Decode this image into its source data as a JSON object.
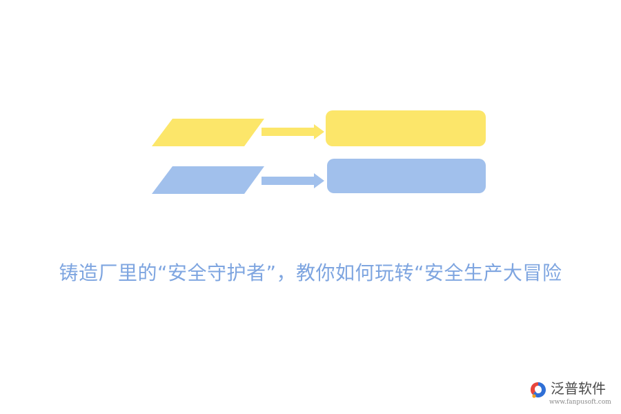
{
  "headline": {
    "text": "铸造厂里的“安全守护者”，教你如何玩转“安全生产大冒险",
    "color": "#7ea5e0"
  },
  "diagram": {
    "rows": [
      {
        "color": "#fce66a",
        "shape": "parallelogram",
        "connector": "right-arrow",
        "target": "rounded-rectangle"
      },
      {
        "color": "#a1c0ec",
        "shape": "parallelogram",
        "connector": "right-arrow",
        "target": "rounded-rectangle"
      }
    ]
  },
  "brand": {
    "name": "泛普软件",
    "url": "www.fanpusoft.com",
    "logo_icon": "fanpu-logo-icon",
    "logo_colors": [
      "#e8463c",
      "#2f6fd6",
      "#f6a21e"
    ]
  }
}
